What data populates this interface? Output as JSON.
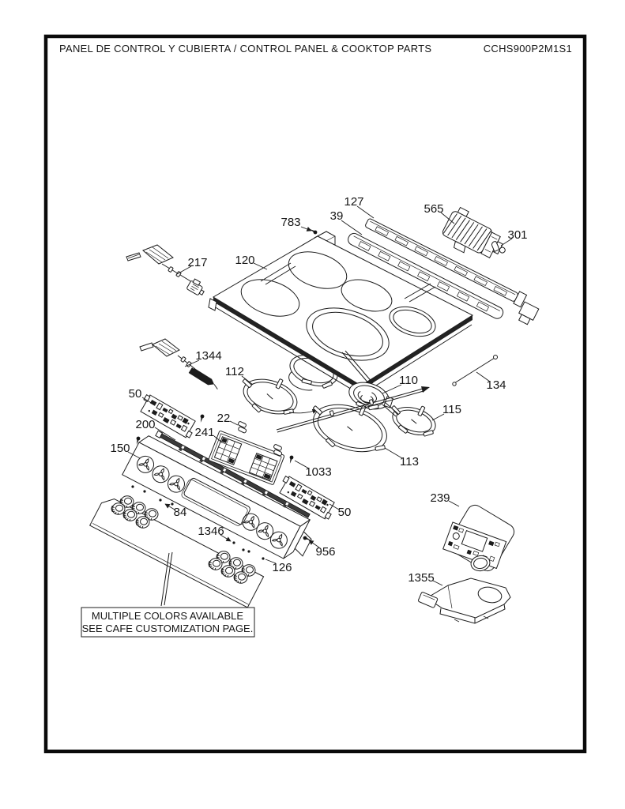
{
  "header": {
    "title": "PANEL DE CONTROL Y CUBIERTA / CONTROL PANEL & COOKTOP PARTS",
    "model": "CCHS900P2M1S1"
  },
  "note": {
    "line1": "MULTIPLE COLORS AVAILABLE",
    "line2": "SEE CAFE CUSTOMIZATION PAGE."
  },
  "part_labels": {
    "p783": "783",
    "p127": "127",
    "p39": "39",
    "p565": "565",
    "p301": "301",
    "p120": "120",
    "p217": "217",
    "p1344": "1344",
    "p112": "112",
    "p110": "110",
    "p134": "134",
    "p115": "115",
    "p113": "113",
    "p50_left": "50",
    "p200": "200",
    "p241": "241",
    "p22": "22",
    "p1033": "1033",
    "p150": "150",
    "p50_right": "50",
    "p84": "84",
    "p1346": "1346",
    "p956": "956",
    "p126": "126",
    "p239": "239",
    "p1355": "1355"
  }
}
